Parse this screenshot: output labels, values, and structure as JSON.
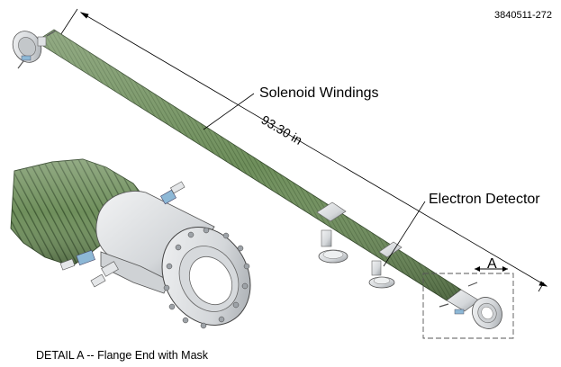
{
  "figure_id": "3840511-272",
  "labels": {
    "solenoid": "Solenoid Windings",
    "dimension": "93.30 in",
    "detector": "Electron Detector",
    "detail_marker": "A",
    "detail_caption": "DETAIL  A  -- Flange End with Mask"
  },
  "colors": {
    "winding": "#6f8f5c",
    "winding_dark": "#3f5a33",
    "winding_light": "#9cb68a",
    "metal": "#d9dcde",
    "metal_dark": "#8a8f94",
    "fitting_blue": "#8db8d6"
  }
}
